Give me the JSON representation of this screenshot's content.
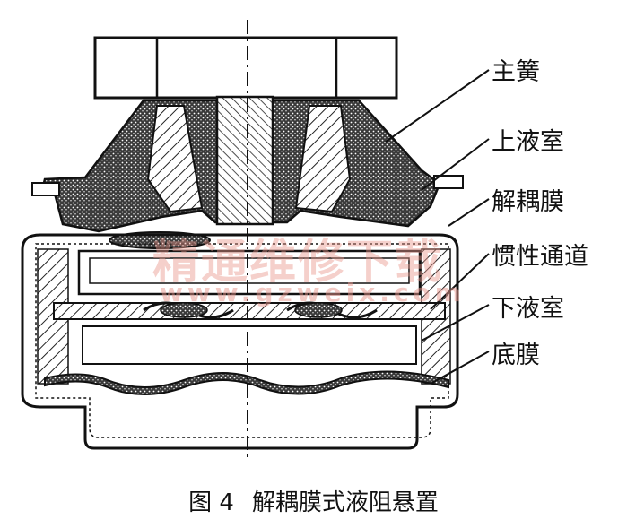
{
  "callouts": [
    "主簧",
    "上液室",
    "解耦膜",
    "惯性通道",
    "下液室",
    "底膜"
  ],
  "caption": {
    "number": "图 4",
    "title": "解耦膜式液阻悬置"
  },
  "watermark": {
    "chinese": "精通维修下载",
    "url": "www.gzweix.com"
  }
}
